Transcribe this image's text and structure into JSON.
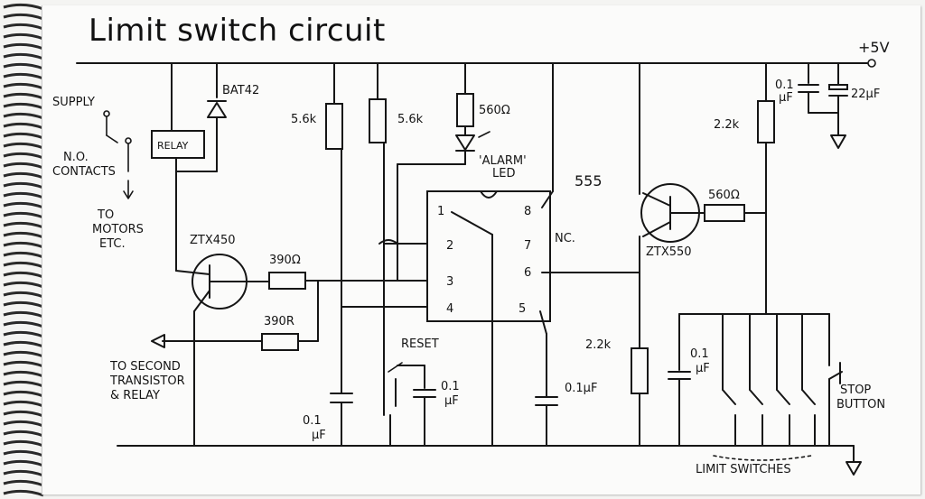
{
  "title": "Limit switch circuit",
  "labels": {
    "supply_v": "+5V",
    "supply": "SUPPLY",
    "no_contacts_1": "N.O.",
    "no_contacts_2": "CONTACTS",
    "to_motors_1": "TO",
    "to_motors_2": "MOTORS",
    "to_motors_3": "ETC.",
    "relay": "RELAY",
    "diode": "BAT42",
    "r_5k6_a": "5.6k",
    "r_5k6_b": "5.6k",
    "r_560_led": "560Ω",
    "alarm_led_1": "'ALARM'",
    "alarm_led_2": "LED",
    "ic": "555",
    "nc": "NC.",
    "pin1": "1",
    "pin2": "2",
    "pin3": "3",
    "pin4": "4",
    "pin5": "5",
    "pin6": "6",
    "pin7": "7",
    "pin8": "8",
    "q1": "ZTX450",
    "q2": "ZTX550",
    "r_390_a": "390Ω",
    "r_390_b": "390R",
    "r_560_b": "560Ω",
    "r_2k2_a": "2.2k",
    "r_2k2_b": "2.2k",
    "c_01_top_1": "0.1",
    "c_01_top_2": "µF",
    "c_22": "22µF",
    "to_second_1": "TO SECOND",
    "to_second_2": "TRANSISTOR",
    "to_second_3": "& RELAY",
    "reset": "RESET",
    "c_01_reset_1": "0.1",
    "c_01_reset_2": "µF",
    "c_01_left_1": "0.1",
    "c_01_left_2": "µF",
    "c_01_pin5": "0.1µF",
    "c_01_sw_1": "0.1",
    "c_01_sw_2": "µF",
    "stop_1": "STOP",
    "stop_2": "BUTTON",
    "limit_switches": "LIMIT SWITCHES"
  }
}
